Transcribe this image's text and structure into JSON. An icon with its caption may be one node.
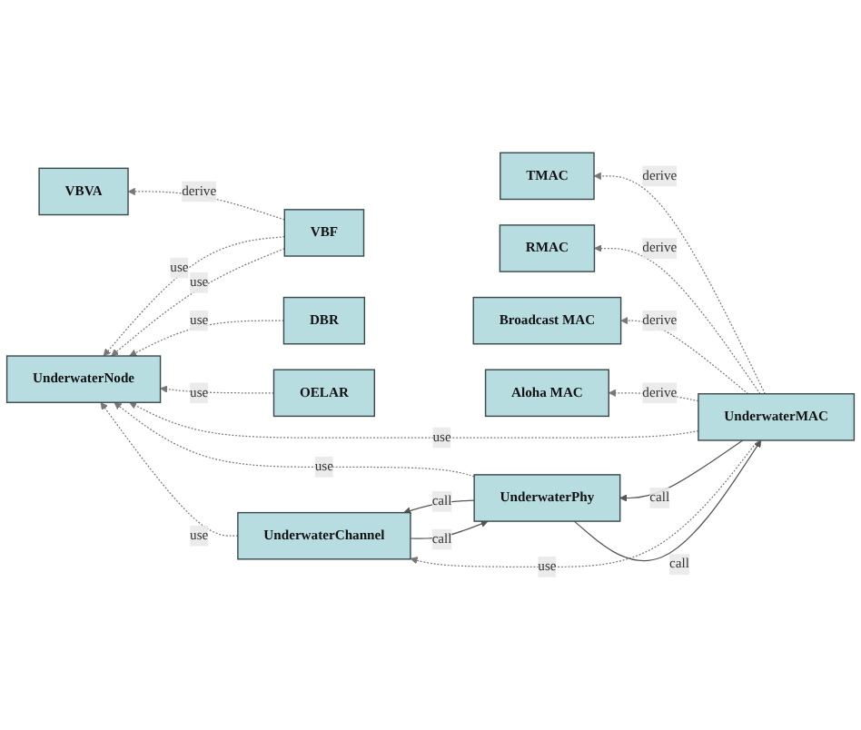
{
  "diagram": {
    "nodes": [
      {
        "text": [
          "UnderwaterNode"
        ]
      },
      {
        "text": [
          "VBVA"
        ]
      },
      {
        "text": [
          "VBF"
        ]
      },
      {
        "text": [
          "DBR"
        ]
      },
      {
        "text": [
          "OELAR"
        ]
      },
      {
        "text": [
          "TMAC"
        ]
      },
      {
        "text": [
          "RMAC"
        ]
      },
      {
        "text": [
          "Broadcast MAC"
        ]
      },
      {
        "text": [
          "Aloha MAC"
        ]
      },
      {
        "text": [
          "UnderwaterMAC"
        ]
      },
      {
        "text": [
          "UnderwaterPhy"
        ]
      },
      {
        "text": [
          "UnderwaterChannel"
        ]
      }
    ],
    "edges": [
      {
        "from": 2,
        "to": 1,
        "arrow": "to",
        "label": "derive",
        "style": "dashed"
      },
      {
        "from": 2,
        "to": 0,
        "arrow": "to",
        "label": "use",
        "style": "dashed"
      },
      {
        "from": 2,
        "to": 0,
        "arrow": "to",
        "label": "use",
        "style": "dashed"
      },
      {
        "from": 3,
        "to": 0,
        "arrow": "to",
        "label": "use",
        "style": "dashed"
      },
      {
        "from": 4,
        "to": 0,
        "arrow": "to",
        "label": "use",
        "style": "dashed"
      },
      {
        "from": 9,
        "to": 5,
        "arrow": "to",
        "label": "derive",
        "style": "dashed"
      },
      {
        "from": 9,
        "to": 6,
        "arrow": "to",
        "label": "derive",
        "style": "dashed"
      },
      {
        "from": 9,
        "to": 7,
        "arrow": "to",
        "label": "derive",
        "style": "dashed"
      },
      {
        "from": 9,
        "to": 8,
        "arrow": "to",
        "label": "derive",
        "style": "dashed"
      },
      {
        "from": 9,
        "to": 0,
        "arrow": "to",
        "label": "use",
        "style": "dashed"
      },
      {
        "from": 9,
        "to": 10,
        "arrow": "to",
        "label": "call"
      },
      {
        "from": 10,
        "to": 9,
        "arrow": "to",
        "label": "call"
      },
      {
        "from": 9,
        "to": 11,
        "arrow": "to",
        "label": "use",
        "style": "dashed"
      },
      {
        "from": 10,
        "to": 0,
        "arrow": "to",
        "label": "use",
        "style": "dashed"
      },
      {
        "from": 10,
        "to": 11,
        "arrow": "to",
        "label": "call"
      },
      {
        "from": 11,
        "to": 10,
        "arrow": "to",
        "label": "call"
      },
      {
        "from": 11,
        "to": 0,
        "arrow": "to",
        "label": "use",
        "style": "dashed"
      }
    ]
  }
}
